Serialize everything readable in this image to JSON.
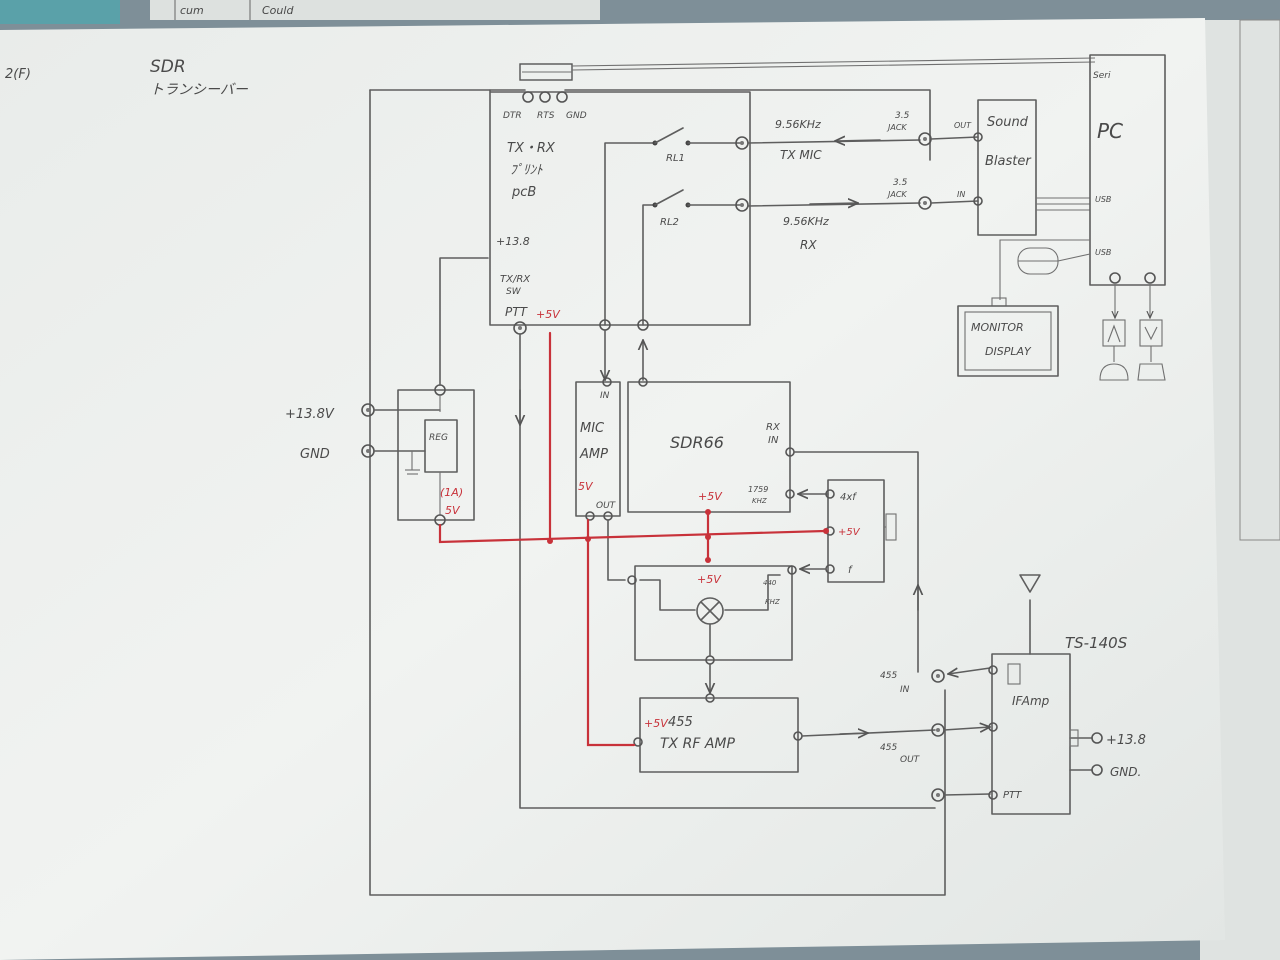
{
  "colors": {
    "paper": "#eef0ee",
    "pencil": "#5e5e5e",
    "red_ink": "#c8323a",
    "backdrop": "#7e8f98"
  },
  "header": {
    "note_left": "2(F)",
    "title": "SDR",
    "subtitle": "トランシーバー"
  },
  "corner_scrap": {
    "cells": [
      "cum",
      "Could"
    ]
  },
  "pcb": {
    "pins_top": [
      "DTR",
      "RTS",
      "GND"
    ],
    "name_line1": "TX・RX",
    "name_line2": "ﾌﾟﾘﾝﾄ",
    "name_line3": "pcB",
    "power_label": "+13.8",
    "ptt_label_1": "TX/RX",
    "ptt_label_2": "SW",
    "ptt_label_3": "PTT",
    "relay1": "RL1",
    "relay2": "RL2",
    "supply_red": "+5V"
  },
  "signals": {
    "tx_freq": "9.56KHz",
    "tx_name": "TX MIC",
    "rx_freq": "9.56KHz",
    "rx_name": "RX"
  },
  "jacks": {
    "tx_jack_1": "3.5",
    "tx_jack_2": "JACK",
    "rx_jack_1": "3.5",
    "rx_jack_2": "JACK"
  },
  "soundblaster": {
    "name_line1": "Sound",
    "name_line2": "Blaster",
    "port_out": "OUT",
    "port_in": "IN"
  },
  "pc": {
    "name": "PC",
    "port_top": "Seri",
    "port_usb1": "USB",
    "port_usb2": "USB"
  },
  "monitor": {
    "line1": "MONITOR",
    "line2": "DISPLAY"
  },
  "power": {
    "plus": "+13.8V",
    "gnd": "GND",
    "reg": "REG",
    "reg_amp": "(1A)",
    "reg_out": "5V"
  },
  "mic_amp": {
    "line1": "MIC",
    "line2": "AMP",
    "pin_in": "IN",
    "pin_power": "5V",
    "pin_out": "OUT"
  },
  "sdr": {
    "name": "SDR66",
    "rx_label_1": "RX",
    "rx_label_2": "IN",
    "lo_label_1": "1759",
    "lo_label_2": "KHZ",
    "supply_red": "+5V"
  },
  "osc": {
    "top": "4xf",
    "mid": "+5V",
    "bottom": "f"
  },
  "mixer": {
    "supply_red": "+5V",
    "lo_label_1": "440",
    "lo_label_2": "KHZ"
  },
  "txrf": {
    "name": "TX RF AMP",
    "freq": "455",
    "supply_red": "+5V"
  },
  "if_io": {
    "in_freq": "455",
    "in_dir": "IN",
    "out_freq": "455",
    "out_dir": "OUT"
  },
  "ts140s": {
    "name": "TS-140S",
    "block": "IFAmp",
    "ptt": "PTT",
    "plus": "+13.8",
    "gnd": "GND."
  }
}
